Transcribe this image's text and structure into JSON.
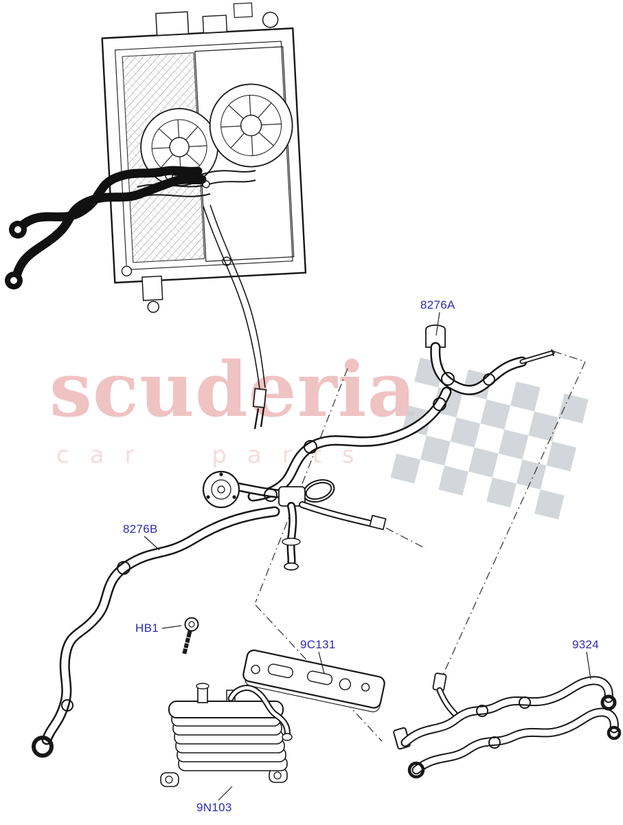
{
  "watermark": {
    "title": "scuderia",
    "subtitle": "car parts",
    "color": "#cd3737"
  },
  "diagram": {
    "label_color": "#2a2ab5",
    "line_color": "#171717",
    "flag_color": "#ccd1d5",
    "labels": [
      {
        "part": "8276A"
      },
      {
        "part": "8276B"
      },
      {
        "part": "HB1"
      },
      {
        "part": "9C131"
      },
      {
        "part": "9324"
      },
      {
        "part": "9N103"
      }
    ]
  }
}
